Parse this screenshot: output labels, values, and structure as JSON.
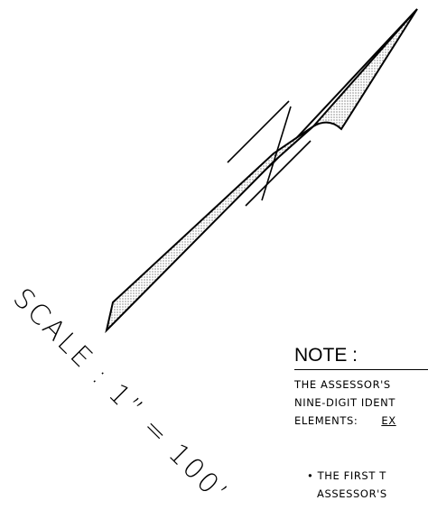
{
  "north_arrow": {
    "icon": "north-arrow-icon",
    "fill_pattern": "stipple",
    "color": "#000000"
  },
  "scale": {
    "label": "SCALE",
    "separator": ":",
    "value": "1” = 100’"
  },
  "note": {
    "title": "NOTE :",
    "lines": [
      "THE ASSESSOR'S",
      "NINE-DIGIT IDENT",
      "ELEMENTS:"
    ],
    "elements_link": "EX",
    "bullet_lines": [
      "• THE FIRST T",
      "ASSESSOR'S"
    ]
  }
}
